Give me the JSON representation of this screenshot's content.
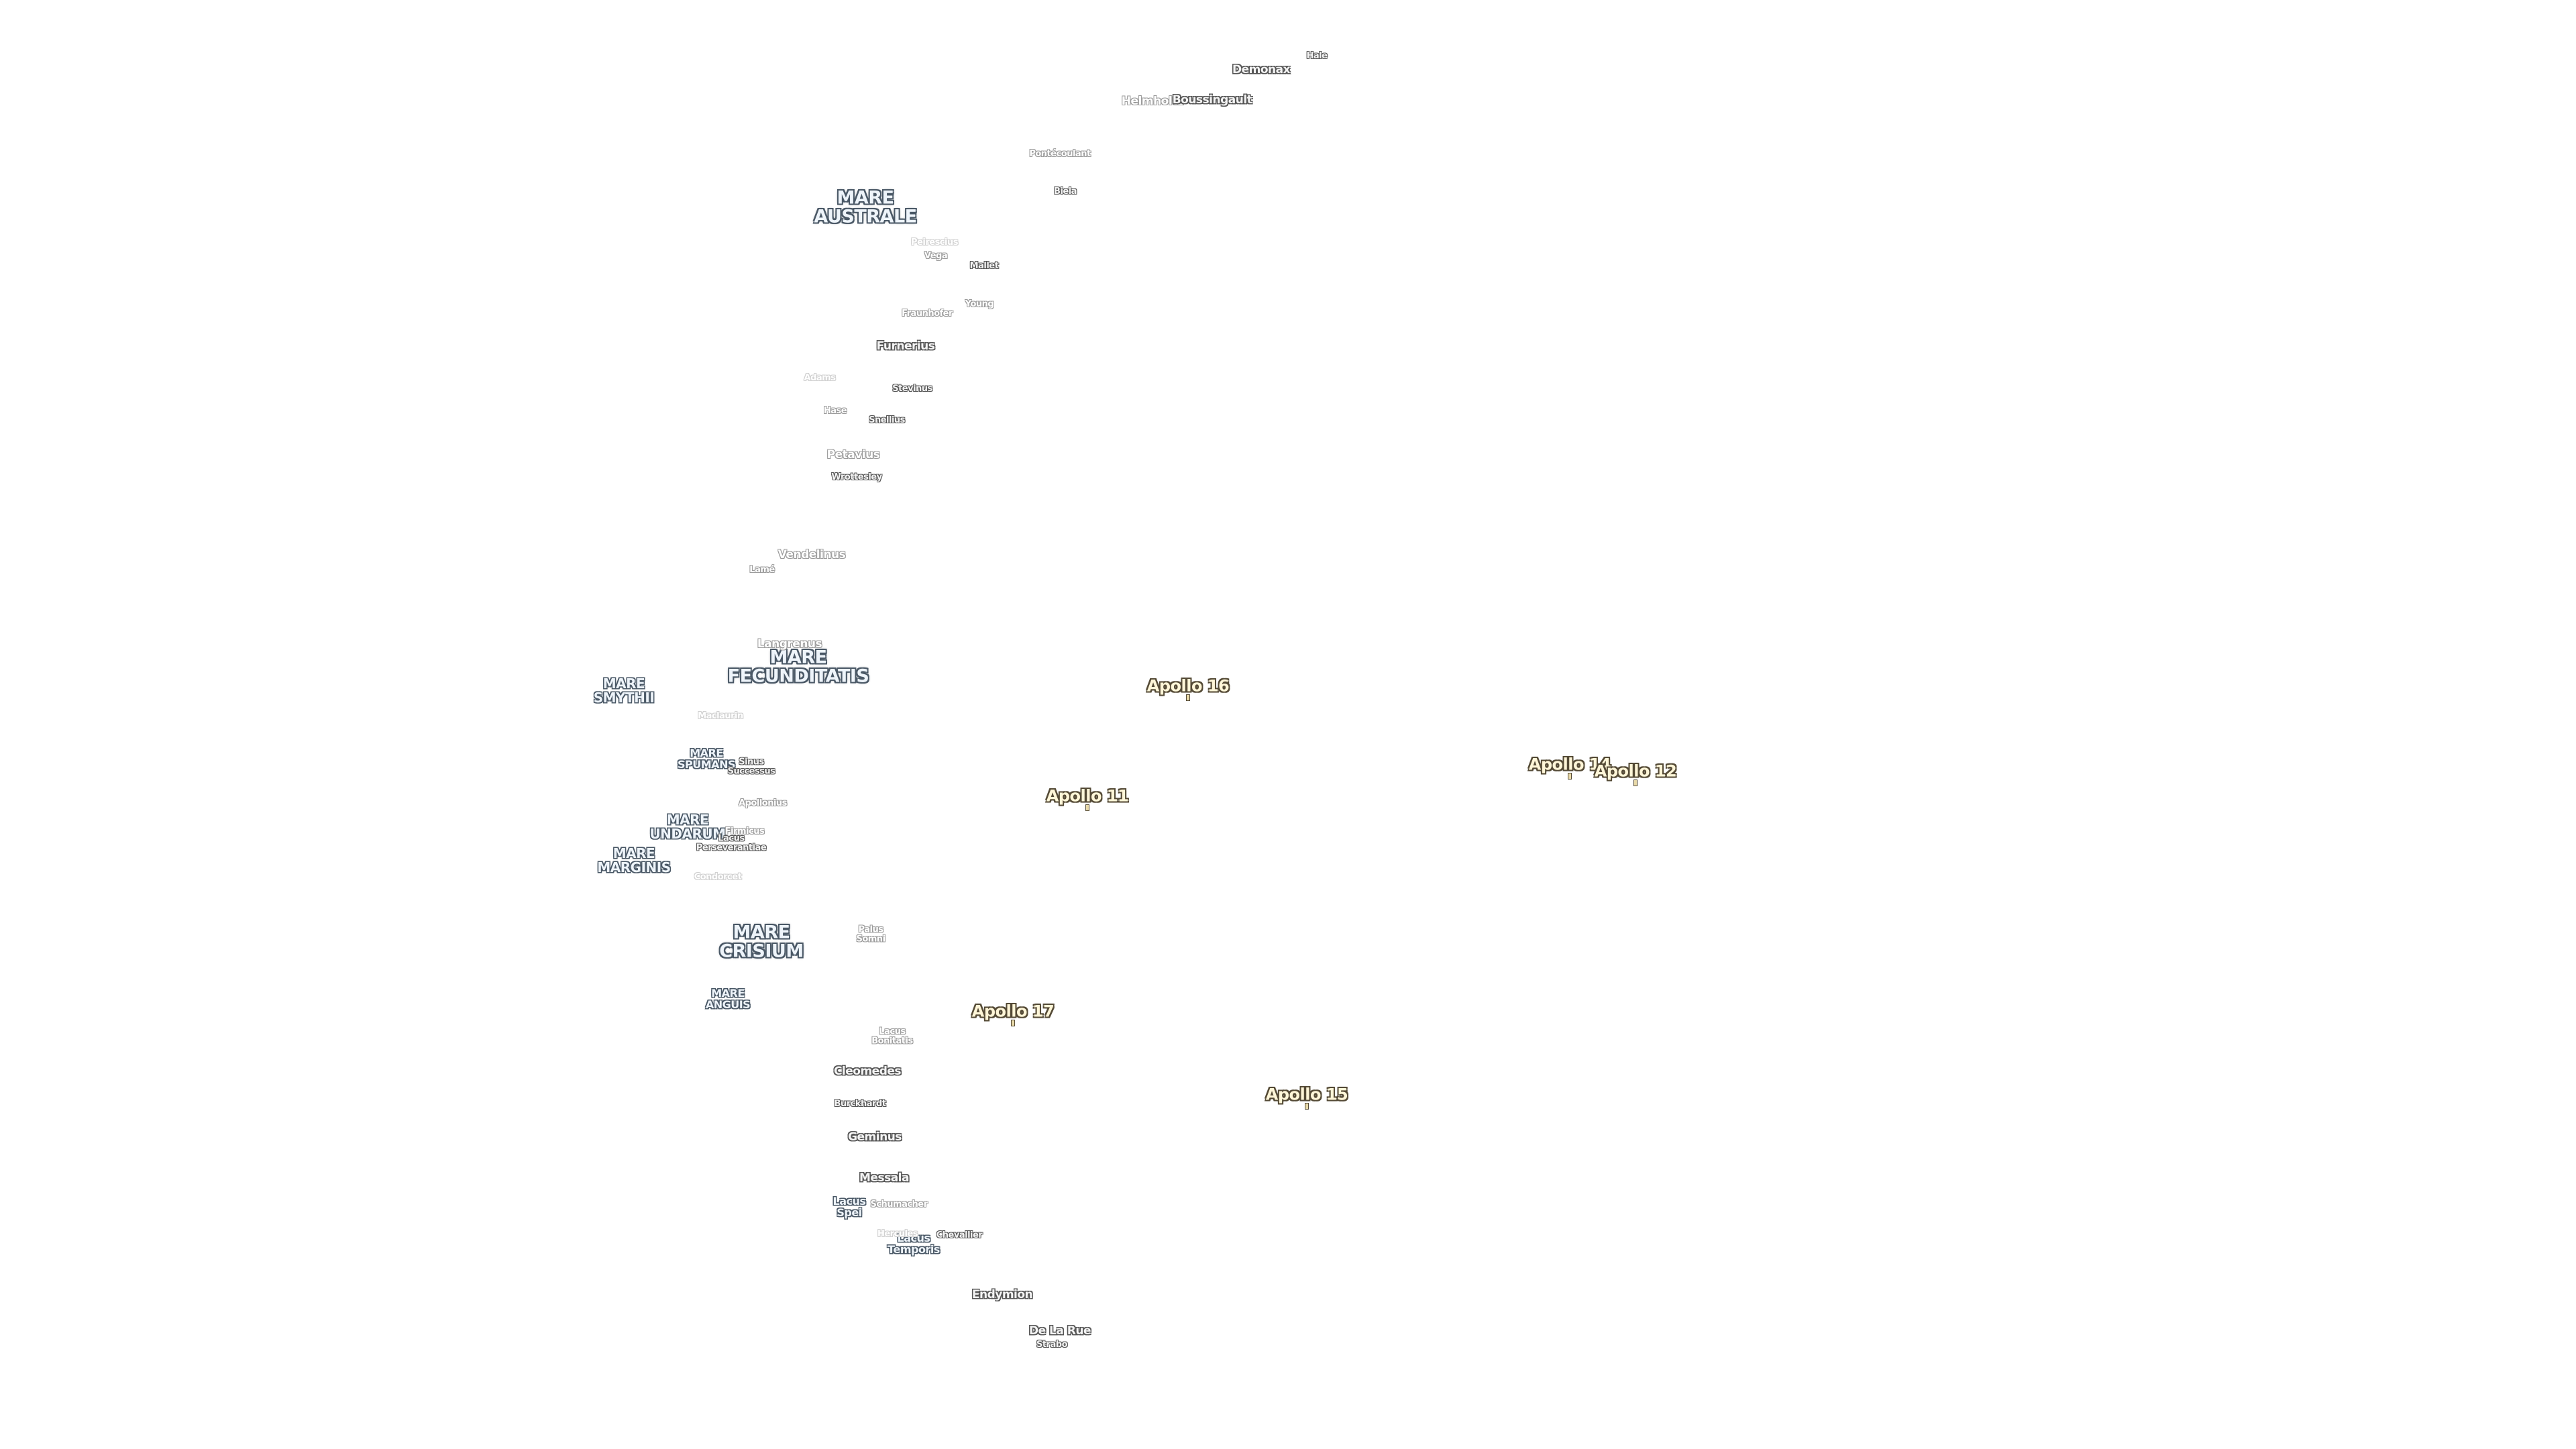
{
  "maria": [
    {
      "name": "MARE\nAUSTRALE",
      "size": "lg"
    },
    {
      "name": "MARE\nFECUNDITATIS",
      "size": "lg"
    },
    {
      "name": "MARE\nSMYTHII",
      "size": "md"
    },
    {
      "name": "MARE\nSPUMANS",
      "size": "sm"
    },
    {
      "name": "MARE\nUNDARUM",
      "size": "md"
    },
    {
      "name": "MARE\nMARGINIS",
      "size": "md"
    },
    {
      "name": "MARE\nCRISIUM",
      "size": "lg"
    },
    {
      "name": "MARE\nANGUIS",
      "size": "sm"
    },
    {
      "name": "Lacus\nTemporis",
      "size": "sm"
    },
    {
      "name": "Lacus\nSpei",
      "size": "sm"
    }
  ],
  "craters": [
    {
      "name": "Demonax",
      "tone": "dark",
      "size": "lg"
    },
    {
      "name": "Hale",
      "tone": "dark",
      "size": "sm"
    },
    {
      "name": "Helmholtz",
      "tone": "faint",
      "size": "lg"
    },
    {
      "name": "Boussingault",
      "tone": "dark",
      "size": "lg"
    },
    {
      "name": "Pontécoulant",
      "tone": "faint",
      "size": "sm"
    },
    {
      "name": "Biela",
      "tone": "dark",
      "size": "sm"
    },
    {
      "name": "Peirescius",
      "tone": "veryfaint",
      "size": "sm"
    },
    {
      "name": "Vega",
      "tone": "faint",
      "size": "sm"
    },
    {
      "name": "Mallet",
      "tone": "dark",
      "size": "sm"
    },
    {
      "name": "Young",
      "tone": "faint",
      "size": "sm"
    },
    {
      "name": "Fraunhofer",
      "tone": "faint",
      "size": "sm"
    },
    {
      "name": "Furnerius",
      "tone": "dark",
      "size": "lg"
    },
    {
      "name": "Adams",
      "tone": "veryfaint",
      "size": "sm"
    },
    {
      "name": "Stevinus",
      "tone": "dark",
      "size": "sm"
    },
    {
      "name": "Hase",
      "tone": "faint",
      "size": "sm"
    },
    {
      "name": "Snellius",
      "tone": "dark",
      "size": "sm"
    },
    {
      "name": "Petavius",
      "tone": "faint",
      "size": "lg"
    },
    {
      "name": "Wrottesley",
      "tone": "dark",
      "size": "sm"
    },
    {
      "name": "Vendelinus",
      "tone": "faint",
      "size": "lg"
    },
    {
      "name": "Lamé",
      "tone": "faint",
      "size": "sm"
    },
    {
      "name": "Langrenus",
      "tone": "faint",
      "size": "lg"
    },
    {
      "name": "Maclaurin",
      "tone": "veryfaint",
      "size": "sm"
    },
    {
      "name": "Sinus\nSuccessus",
      "tone": "dark",
      "size": "sm"
    },
    {
      "name": "Apollonius",
      "tone": "faint",
      "size": "sm"
    },
    {
      "name": "Firmicus",
      "tone": "faint",
      "size": "sm"
    },
    {
      "name": "Lacus\nPerseverantiae",
      "tone": "dark",
      "size": "sm"
    },
    {
      "name": "Condorcet",
      "tone": "veryfaint",
      "size": "sm"
    },
    {
      "name": "Palus\nSomni",
      "tone": "faint",
      "size": "sm"
    },
    {
      "name": "Lacus\nBonitatis",
      "tone": "faint",
      "size": "sm"
    },
    {
      "name": "Cleomedes",
      "tone": "dark",
      "size": "lg"
    },
    {
      "name": "Burckhardt",
      "tone": "dark",
      "size": "sm"
    },
    {
      "name": "Geminus",
      "tone": "dark",
      "size": "lg"
    },
    {
      "name": "Messala",
      "tone": "dark",
      "size": "lg"
    },
    {
      "name": "Schumacher",
      "tone": "faint",
      "size": "sm"
    },
    {
      "name": "Hercules",
      "tone": "veryfaint",
      "size": "sm"
    },
    {
      "name": "Chevallier",
      "tone": "dark",
      "size": "sm"
    },
    {
      "name": "Endymion",
      "tone": "dark",
      "size": "lg"
    },
    {
      "name": "De La Rue",
      "tone": "dark",
      "size": "lg"
    },
    {
      "name": "Strabo",
      "tone": "dark",
      "size": "sm"
    }
  ],
  "landing_sites": [
    {
      "name": "Apollo 16"
    },
    {
      "name": "Apollo 11"
    },
    {
      "name": "Apollo 14"
    },
    {
      "name": "Apollo 12"
    },
    {
      "name": "Apollo 17"
    },
    {
      "name": "Apollo 15"
    }
  ]
}
